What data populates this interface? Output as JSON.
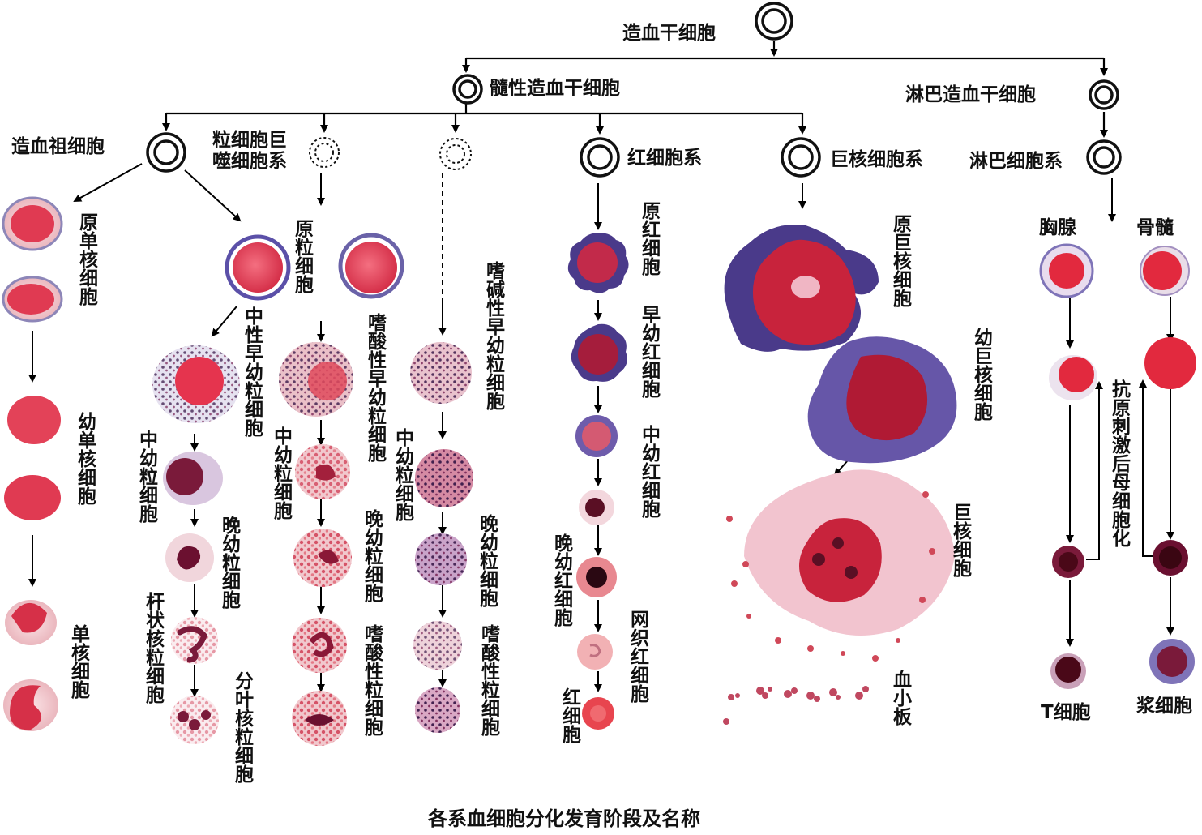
{
  "title": "造血干细胞",
  "branches": {
    "myeloid_stem": "髓性造血干细胞",
    "lymphoid_stem": "淋巴造血干细胞"
  },
  "myeloid_lines": {
    "progenitor": "造血祖细胞",
    "granulo_macro": "粒细胞巨噬细胞系",
    "erythroid": "红细胞系",
    "megakaryocyte": "巨核细胞系"
  },
  "lymphoid_line": "淋巴细胞系",
  "monocyte": {
    "pro": "原单核细胞",
    "juvenile": "幼单核细胞",
    "mature": "单核细胞"
  },
  "granulocyte": {
    "myeloblast": "原粒细胞",
    "neutrophil_promyelocyte": "中性早幼粒细胞",
    "neutrophil_myelocyte": "中幼粒细胞",
    "neutrophil_metamyelocyte": "晚幼粒细胞",
    "band": "杆状核粒细胞",
    "segmented": "分叶核粒细胞",
    "eosinophil_promyelocyte": "嗜酸性早幼粒细胞",
    "eosinophil_myelocyte": "中幼粒细胞",
    "eosinophil_metamyelocyte": "晚幼粒细胞",
    "eosinophil": "嗜酸性粒细胞",
    "basophil_promyelocyte": "嗜碱性早幼粒细胞",
    "basophil_myelocyte": "中幼粒细胞",
    "basophil_metamyelocyte": "晚幼粒细胞",
    "basophil": "嗜酸性粒细胞"
  },
  "erythrocyte": {
    "pro": "原红细胞",
    "early": "早幼红细胞",
    "middle": "中幼红细胞",
    "late": "晚幼红细胞",
    "reticulocyte": "网织红细胞",
    "mature": "红细胞"
  },
  "megakaryocyte": {
    "pro": "原巨核细胞",
    "juvenile": "幼巨核细胞",
    "mature": "巨核细胞",
    "platelet": "血小板"
  },
  "lymphocyte": {
    "thymus": "胸腺",
    "marrow": "骨髓",
    "t_cell": "T细胞",
    "plasma_cell": "浆细胞",
    "antigen_note": "抗原刺激后母细胞化"
  },
  "caption": "各系血细胞分化发育阶段及名称",
  "colors": {
    "cytoplasm_pink": "#e8556a",
    "nucleus_red": "#c4203a",
    "nucleus_dark": "#6b1030",
    "purple_rim": "#5a4aa0",
    "granule": "#3a1a4a",
    "line": "#000000"
  }
}
